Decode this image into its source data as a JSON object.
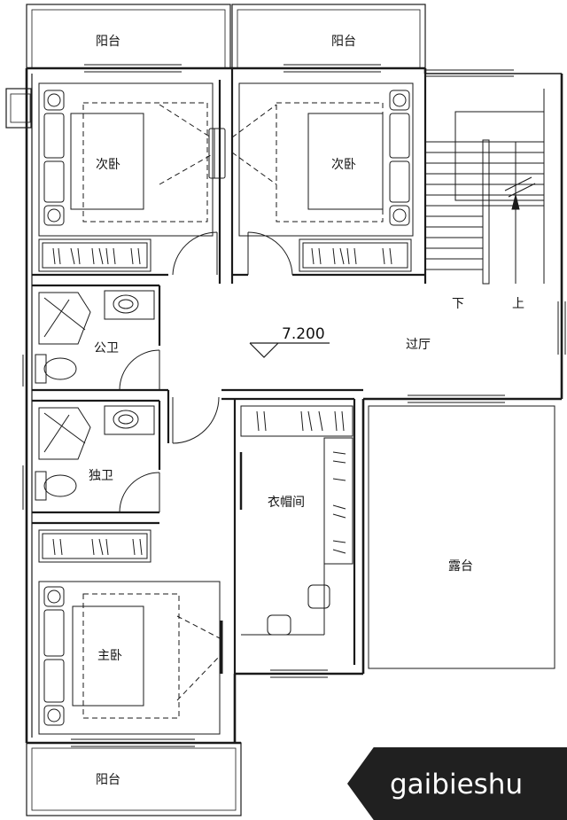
{
  "rooms": {
    "balcony_top_left": "阳台",
    "balcony_top_right": "阳台",
    "bedroom_left": "次卧",
    "bedroom_right": "次卧",
    "public_bath": "公卫",
    "private_bath": "独卫",
    "hall": "过厅",
    "closet": "衣帽间",
    "terrace": "露台",
    "master_bedroom": "主卧",
    "balcony_bottom": "阳台"
  },
  "elevation": "7.200",
  "stairs": {
    "down": "下",
    "up": "上"
  },
  "watermark": "gaibieshu",
  "colors": {
    "line": "#1a1a1a",
    "background": "#ffffff",
    "watermark_bg": "#202020",
    "watermark_text": "#ffffff"
  }
}
